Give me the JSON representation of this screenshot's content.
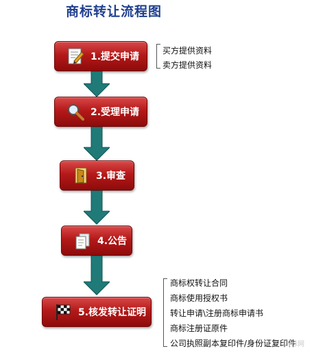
{
  "title": "商标转让流程图",
  "steps": [
    {
      "label": "1.提交申请",
      "icon": "document-edit-icon"
    },
    {
      "label": "2.受理申请",
      "icon": "magnifier-icon"
    },
    {
      "label": "3.审查",
      "icon": "door-icon"
    },
    {
      "label": "4.公告",
      "icon": "documents-icon"
    },
    {
      "label": "5.核发转让证明",
      "icon": "checkered-flag-icon"
    }
  ],
  "notes_step1": [
    "买方提供资料",
    "卖方提供资料"
  ],
  "notes_step5": [
    "商标权转让合同",
    "商标使用授权书",
    "转让申请\\注册商标申请书",
    "商标注册证原件",
    "公司执照副本复印件/身份证复印件"
  ],
  "watermark": "商标网",
  "colors": {
    "step": "#b51919",
    "arrow": "#1f7a78",
    "title": "#1f3f8f"
  }
}
